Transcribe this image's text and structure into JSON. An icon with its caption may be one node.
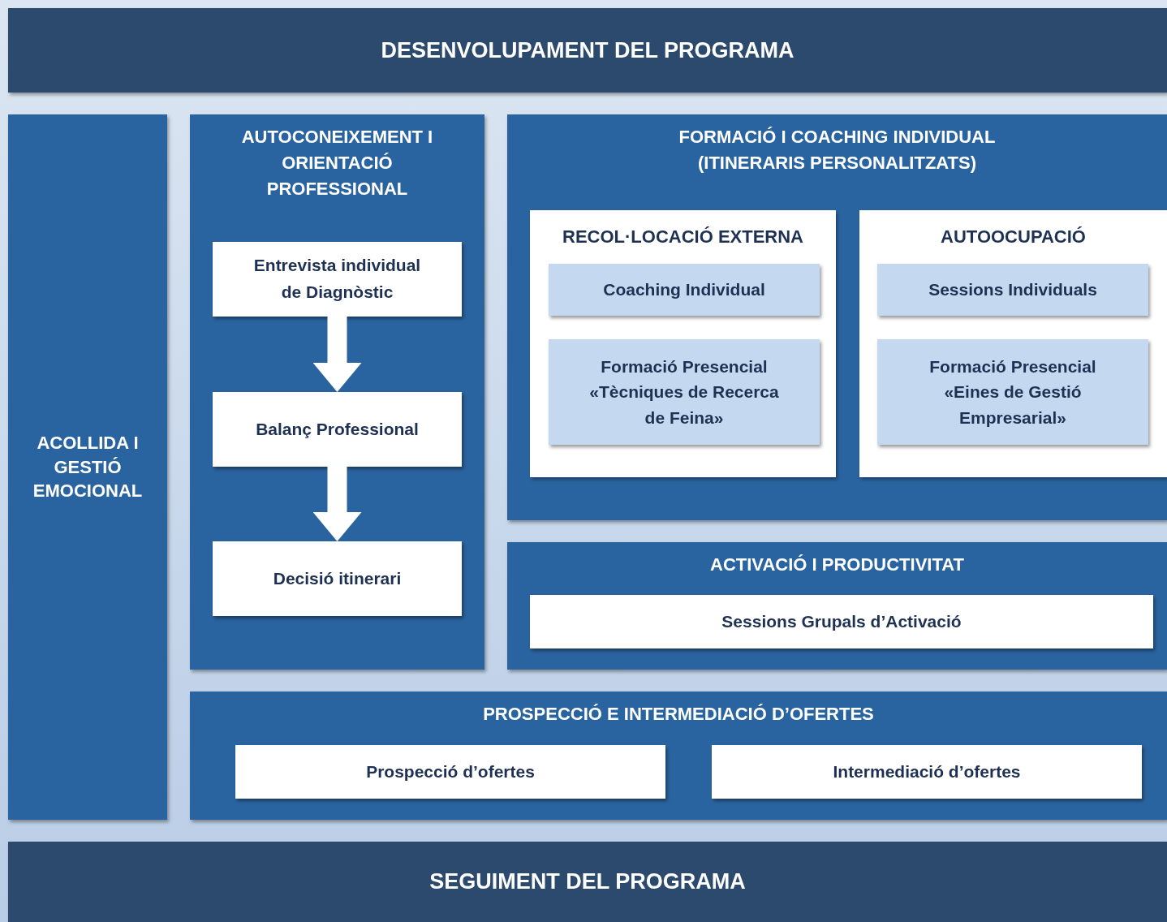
{
  "diagram": {
    "nodes": [
      {
        "text": [
          "DESENVOLUPAMENT DEL PROGRAMA"
        ]
      },
      {
        "text": [
          "ACOLLIDA I GESTIÓ EMOCIONAL"
        ]
      },
      {
        "text": [
          "AUTOCONEIXEMENT I ORIENTACIÓ PROFESSIONAL"
        ]
      },
      {
        "text": [
          "Entrevista individual de Diagnòstic"
        ],
        "in": 2
      },
      {
        "text": [
          "Balanç Professional"
        ],
        "in": 2
      },
      {
        "text": [
          "Decisió itinerari"
        ],
        "in": 2
      },
      {
        "text": [
          "FORMACIÓ I COACHING INDIVIDUAL (ITINERARIS PERSONALITZATS)"
        ]
      },
      {
        "text": [
          "RECOL·LOCACIÓ EXTERNA"
        ],
        "in": 6
      },
      {
        "text": [
          "Coaching Individual"
        ],
        "in": 7
      },
      {
        "text": [
          "Formació Presencial «Tècniques de Recerca de Feina»"
        ],
        "in": 7
      },
      {
        "text": [
          "AUTOOCUPACIÓ"
        ],
        "in": 6
      },
      {
        "text": [
          "Sessions Individuals"
        ],
        "in": 10
      },
      {
        "text": [
          "Formació Presencial «Eines de Gestió Empresarial»"
        ],
        "in": 10
      },
      {
        "text": [
          "ACTIVACIÓ I PRODUCTIVITAT"
        ]
      },
      {
        "text": [
          "Sessions Grupals d’Activació"
        ],
        "in": 13
      },
      {
        "text": [
          "PROSPECCIÓ E INTERMEDIACIÓ D’OFERTES"
        ]
      },
      {
        "text": [
          "Prospecció d’ofertes"
        ],
        "in": 15
      },
      {
        "text": [
          "Intermediació d’ofertes"
        ],
        "in": 15
      },
      {
        "text": [
          "SEGUIMENT DEL PROGRAMA"
        ]
      }
    ],
    "edges": [
      {
        "from": 3,
        "to": 4,
        "arrow": "to"
      },
      {
        "from": 4,
        "to": 5,
        "arrow": "to"
      }
    ]
  }
}
